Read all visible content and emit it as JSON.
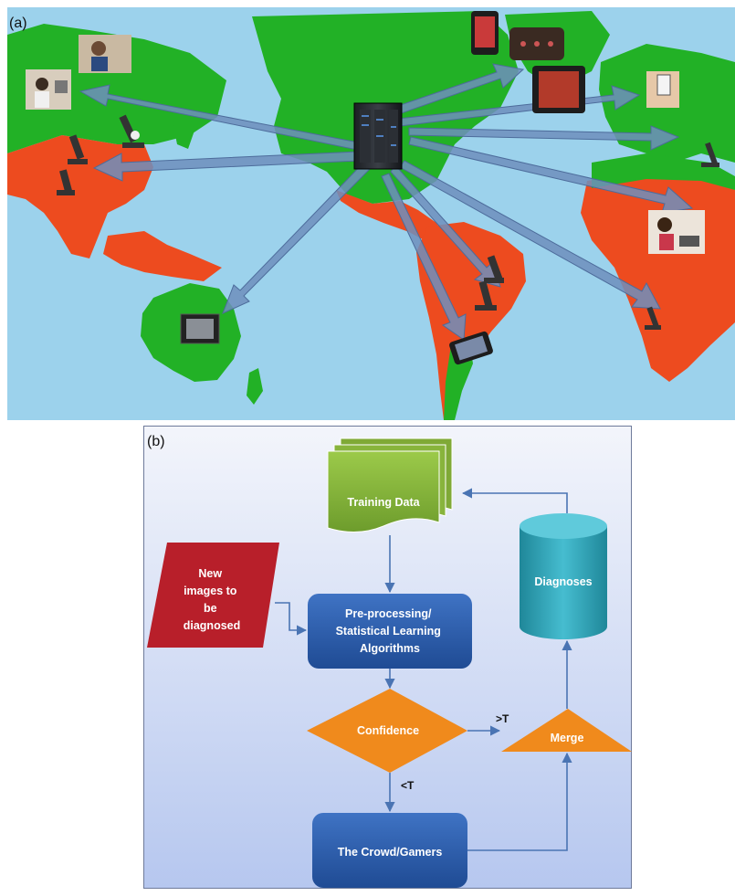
{
  "panel_a": {
    "label": "(a)",
    "colors": {
      "ocean": "#9cd2ec",
      "green": "#22b126",
      "red": "#ed4b1f",
      "arrow": "#6f8fbd"
    }
  },
  "panel_b": {
    "label": "(b)",
    "colors": {
      "background_top": "#f3f5fb",
      "background_bottom": "#b6c7ef"
    },
    "nodes": {
      "training_data": {
        "label": "Training Data",
        "color": "#8cbb3f"
      },
      "new_images": {
        "lines": [
          "New",
          "images to",
          "be",
          "diagnosed"
        ],
        "color": "#b81f2a"
      },
      "preprocessing": {
        "lines": [
          "Pre-processing/",
          "Statistical Learning",
          "Algorithms"
        ],
        "color": "#2f5fa8"
      },
      "diagnoses": {
        "label": "Diagnoses",
        "color": "#2aa0b4"
      },
      "confidence": {
        "label": "Confidence",
        "color": "#f08a1c"
      },
      "merge": {
        "label": "Merge",
        "color": "#f08a1c"
      },
      "crowd": {
        "label": "The Crowd/Gamers",
        "color": "#2f5fa8"
      }
    },
    "edges": {
      "gt_threshold": ">T",
      "lt_threshold": "<T"
    }
  }
}
